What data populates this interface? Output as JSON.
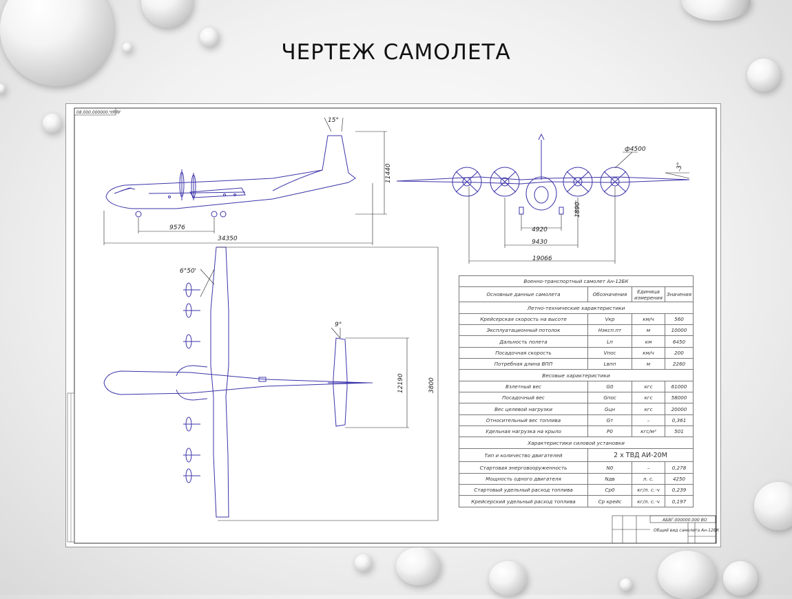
{
  "slide": {
    "title": "ЧЕРТЕЖ САМОЛЕТА"
  },
  "drawing": {
    "doc_code_top": "08.000.000000.ЧЯЯУ",
    "side_view_dims": {
      "tail_angle": "15°",
      "height": "11440",
      "gear_base": "9576",
      "length": "34350"
    },
    "front_view_dims": {
      "prop_diameter": "ф4500",
      "dihedral": "-3°",
      "height": "1890",
      "track": "4920",
      "engine_span": "9430",
      "span": "19066"
    },
    "top_view_dims": {
      "wing_sweep": "6°50'",
      "stab_sweep": "9°",
      "stab_span": "12190",
      "wing_span": "3800"
    },
    "table": {
      "title": "Военно-транспортный самолет Ан-12БК",
      "headers": [
        "Основные данные самолета",
        "Обозначения",
        "Единица измерения",
        "Значения"
      ],
      "sections": [
        {
          "name": "Летно-технические характеристики",
          "rows": [
            [
              "Крейсерская скорость на высоте",
              "Vкр",
              "км/ч",
              "560"
            ],
            [
              "Эксплуатационный потолок",
              "Нэксп.пт",
              "м",
              "10000"
            ],
            [
              "Дальность полета",
              "Lп",
              "км",
              "6450"
            ],
            [
              "Посадочная скорость",
              "Vпос",
              "км/ч",
              "200"
            ],
            [
              "Потребная длина ВПП",
              "Lвпп",
              "м",
              "2260"
            ]
          ]
        },
        {
          "name": "Весовые характеристики",
          "rows": [
            [
              "Взлетный вес",
              "G0",
              "кгс",
              "61000"
            ],
            [
              "Посадочный вес",
              "Gпос",
              "кгс",
              "58000"
            ],
            [
              "Вес целевой нагрузки",
              "Gцн",
              "кгс",
              "20000"
            ],
            [
              "Относительный вес топлива",
              "Gт",
              "–",
              "0,361"
            ],
            [
              "Удельная нагрузка на крыло",
              "P0",
              "кгс/м²",
              "501"
            ]
          ]
        },
        {
          "name": "Характеристики силовой установки",
          "engine_row": [
            "Тип и количество двигателей",
            "2 х ТВД АИ-20М"
          ],
          "rows": [
            [
              "Стартовая энерговооруженность",
              "N0",
              "–",
              "0,278"
            ],
            [
              "Мощность одного двигателя",
              "Nдв",
              "л. с.",
              "4250"
            ],
            [
              "Стартовый удельный расход топлива",
              "Cp0",
              "кг/л. с.·ч",
              "0,239"
            ],
            [
              "Крейсерский удельный расход топлива",
              "Cp крейс",
              "кг/л. с.·ч",
              "0,197"
            ]
          ]
        }
      ]
    },
    "title_block": {
      "code": "АБВГ.000000.000 ВО",
      "name": "Общий вид самолета Ан-12БК"
    }
  }
}
